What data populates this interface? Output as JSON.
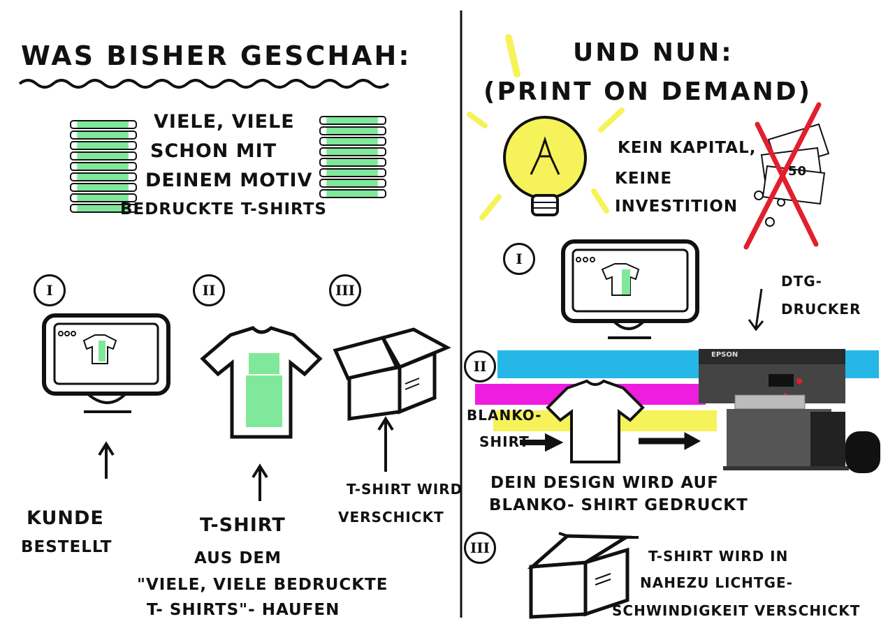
{
  "left": {
    "heading": "WAS BISHER GESCHAH:",
    "intro": [
      "VIELE, VIELE",
      "SCHON MIT",
      "DEINEM MOTIV",
      "BEDRUCKTE T-SHIRTS"
    ],
    "steps": [
      {
        "num": "I",
        "caption": [
          "KUNDE",
          "BESTELLT"
        ]
      },
      {
        "num": "II",
        "caption": [
          "T-SHIRT",
          "AUS DEM",
          "\"VIELE, VIELE BEDRUCKTE",
          "T- SHIRTS\"- HAUFEN"
        ]
      },
      {
        "num": "III",
        "caption": [
          "T-SHIRT WIRD",
          "VERSCHICKT"
        ]
      }
    ]
  },
  "right": {
    "heading1": "UND NUN:",
    "heading2": "(PRINT ON DEMAND)",
    "benefit": [
      "KEIN KAPITAL,",
      "KEINE",
      "INVESTITION"
    ],
    "money_label": "50",
    "steps": [
      {
        "num": "I"
      },
      {
        "num": "II",
        "blank_label": [
          "BLANKO-",
          "SHIRT"
        ],
        "printer_label": [
          "DTG-",
          "DRUCKER"
        ],
        "printer_brand": "EPSON",
        "caption": [
          "DEIN DESIGN WIRD AUF",
          "BLANKO- SHIRT GEDRUCKT"
        ]
      },
      {
        "num": "III",
        "caption": [
          "T-SHIRT WIRD IN",
          "NAHEZU LICHTGE-",
          "SCHWINDIGKEIT VERSCHICKT"
        ]
      }
    ]
  },
  "colors": {
    "ink": "#111111",
    "green": "#7fe89a",
    "yellow": "#f6f25a",
    "cyan": "#25b8e6",
    "magenta": "#ee1de0",
    "red": "#e0202c"
  }
}
